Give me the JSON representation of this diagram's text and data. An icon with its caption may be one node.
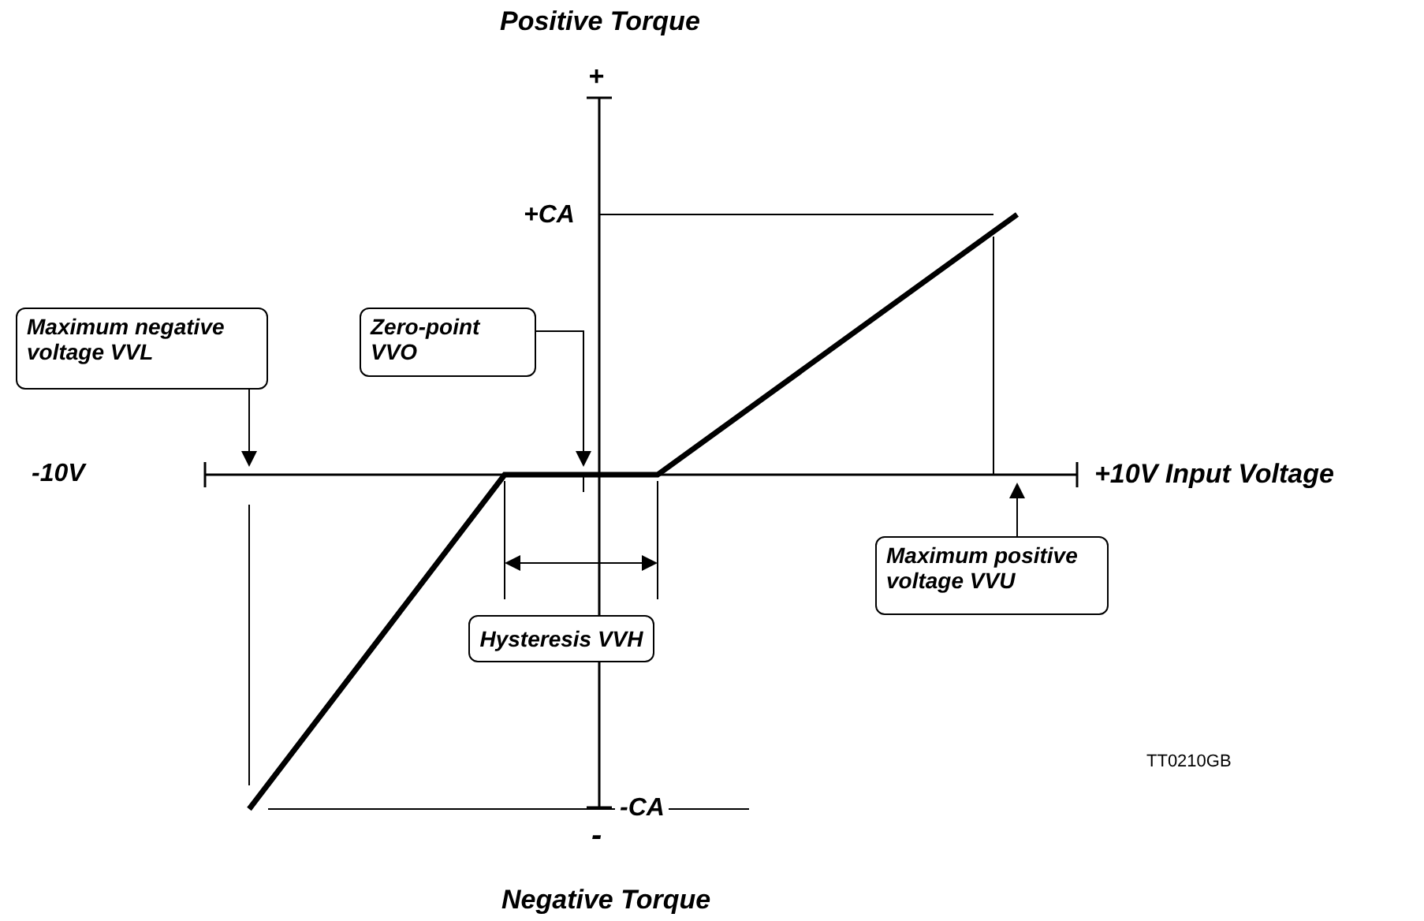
{
  "diagram": {
    "nodes": [
      {
        "text": [
          "Maximum negative voltage VVL"
        ]
      },
      {
        "text": [
          "Zero-point VVO"
        ]
      },
      {
        "text": [
          "Hysteresis VVH"
        ]
      },
      {
        "text": [
          "Maximum positive voltage VVU"
        ]
      },
      {
        "text": [],
        "shape": "line"
      }
    ],
    "edges": [
      {
        "from": 0,
        "to": 4,
        "arrow": "to"
      },
      {
        "from": 1,
        "to": 4,
        "arrow": "to"
      },
      {
        "from": 3,
        "to": 4,
        "arrow": "to"
      }
    ],
    "labels": [
      "Positive Torque",
      "+",
      "+CA",
      "-10V",
      "+10V Input Voltage",
      "-CA",
      "TT0210GB",
      "-",
      "Negative Torque"
    ]
  }
}
